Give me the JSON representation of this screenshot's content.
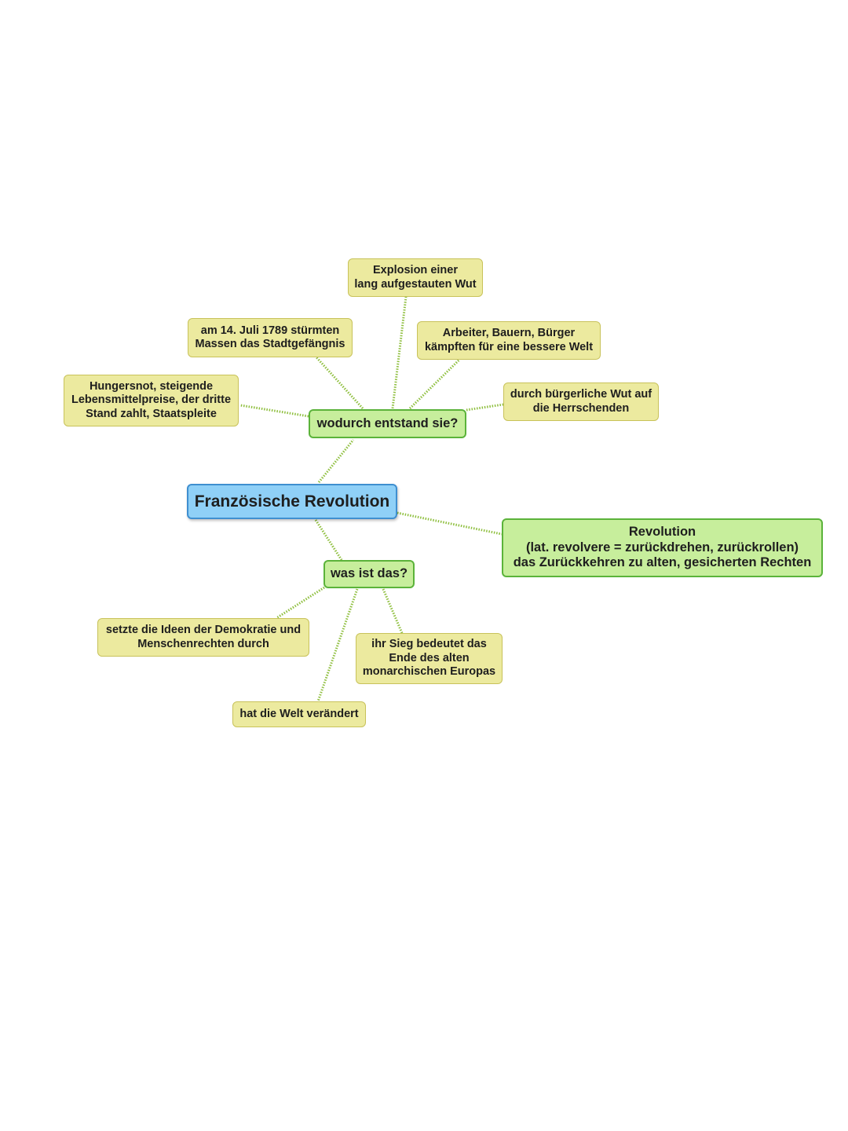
{
  "mindmap": {
    "central": "Französische Revolution",
    "question_cause": "wodurch entstand sie?",
    "question_what": "was ist das?",
    "definition": "Revolution\n(lat. revolvere = zurückdrehen, zurückrollen)\ndas Zurückkehren zu alten, gesicherten Rechten",
    "causes": {
      "explosion": "Explosion einer\nlang aufgestauten Wut",
      "july14": "am 14. Juli 1789 stürmten\nMassen das Stadtgefängnis",
      "workers": "Arbeiter, Bauern, Bürger\nkämpften für eine bessere Welt",
      "hunger": "Hungersnot, steigende\nLebensmittelpreise, der dritte\nStand zahlt, Staatspleite",
      "anger": "durch bürgerliche Wut auf\ndie Herrschenden"
    },
    "meanings": {
      "ideas": "setzte die Ideen der Demokratie und\nMenschenrechten durch",
      "victory": "ihr Sieg bedeutet das\nEnde des alten\nmonarchischen Europas",
      "world": "hat die Welt verändert"
    }
  },
  "colors": {
    "central_fill": "#8fd0f7",
    "question_fill": "#c7ee9c",
    "leaf_fill": "#ecea9f",
    "connector": "#8fbf3f"
  }
}
